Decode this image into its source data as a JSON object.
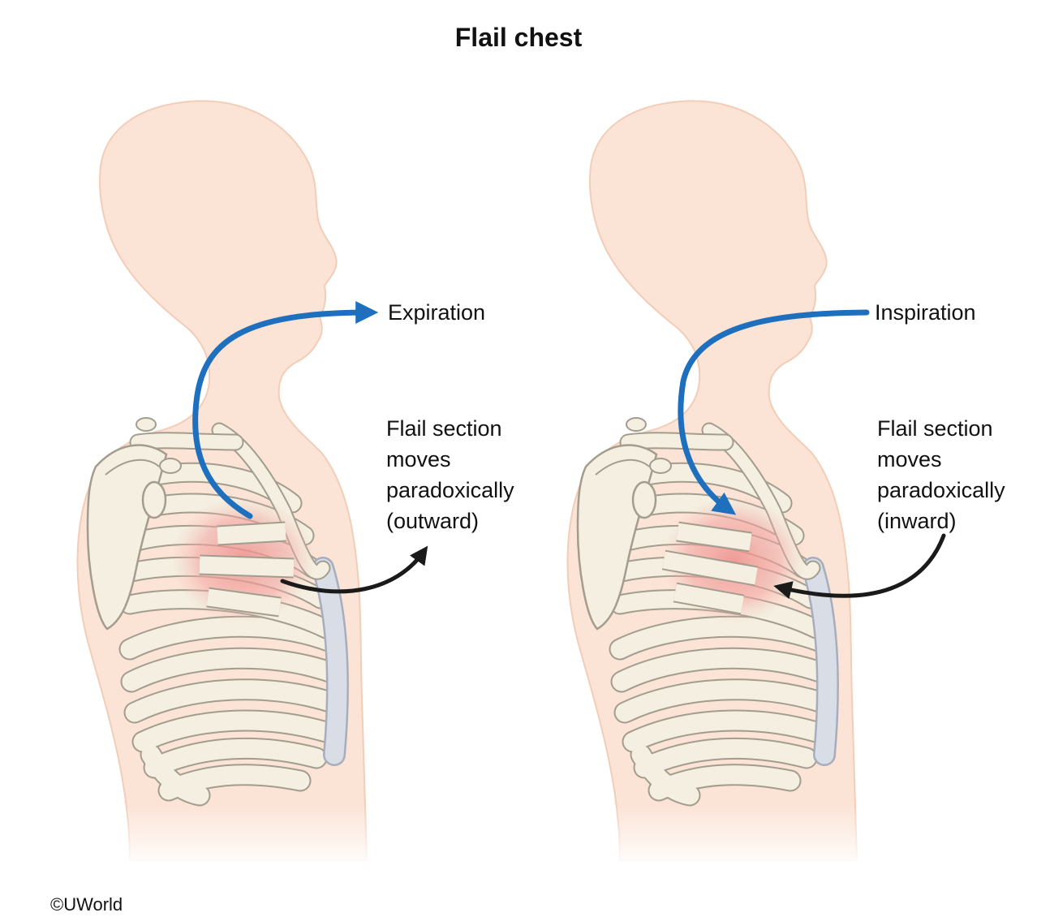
{
  "title": "Flail chest",
  "panels": [
    {
      "arrow_label": "Expiration",
      "note_lines": [
        "Flail section",
        "moves",
        "paradoxically",
        "(outward)"
      ]
    },
    {
      "arrow_label": "Inspiration",
      "note_lines": [
        "Flail section",
        "moves",
        "paradoxically",
        "(inward)"
      ]
    }
  ],
  "credit": "©UWorld",
  "colors": {
    "skin": "#fbe3d5",
    "skin_edge": "#f2cdb8",
    "bone": "#f4efe0",
    "bone_edge": "#a29d8e",
    "cartilage": "#d9dde6",
    "injury": "#ee8f8c",
    "air_arrow": "#1f6fbf",
    "motion_arrow": "#1a1a1a"
  }
}
